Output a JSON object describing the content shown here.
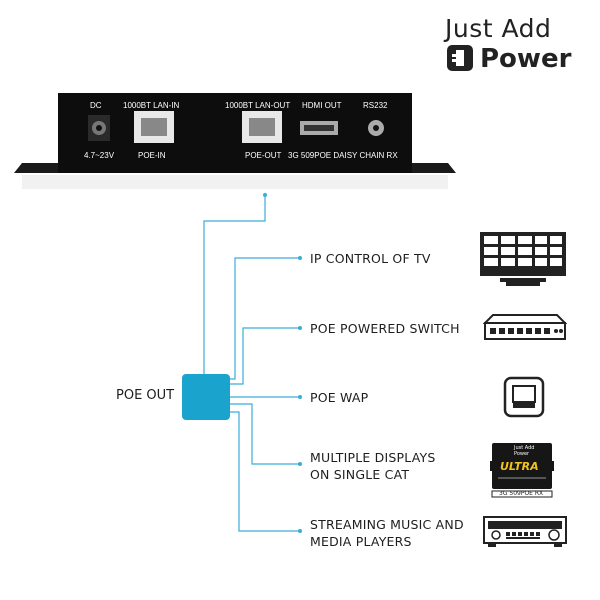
{
  "brand": {
    "line1": "Just Add",
    "line2": "Power"
  },
  "device": {
    "top_labels": {
      "dc": "DC",
      "lan_in": "1000BT LAN-IN",
      "lan_out": "1000BT LAN-OUT",
      "hdmi_out": "HDMI OUT",
      "rs232": "RS232"
    },
    "bottom_labels": {
      "voltage": "4.7~23V",
      "poe_in": "POE-IN",
      "poe_out": "POE-OUT",
      "model": "3G 509POE DAISY CHAIN RX"
    }
  },
  "hub": {
    "label": "POE OUT",
    "color": "#1aa3cc"
  },
  "line_color": "#3aaed8",
  "destinations": [
    {
      "line1": "IP CONTROL OF TV",
      "line2": "",
      "icon": "video-wall-icon"
    },
    {
      "line1": "POE POWERED SWITCH",
      "line2": "",
      "icon": "network-switch-icon"
    },
    {
      "line1": "POE WAP",
      "line2": "",
      "icon": "wireless-access-point-icon"
    },
    {
      "line1": "MULTIPLE DISPLAYS",
      "line2": "ON SINGLE CAT",
      "icon": "receiver-device-icon"
    },
    {
      "line1": "STREAMING MUSIC AND",
      "line2": "MEDIA PLAYERS",
      "icon": "av-receiver-icon"
    }
  ],
  "receiver_icon": {
    "brand_line1": "Just Add",
    "brand_line2": "Power",
    "product": "ULTRA",
    "model": "3G 509POE RX"
  }
}
